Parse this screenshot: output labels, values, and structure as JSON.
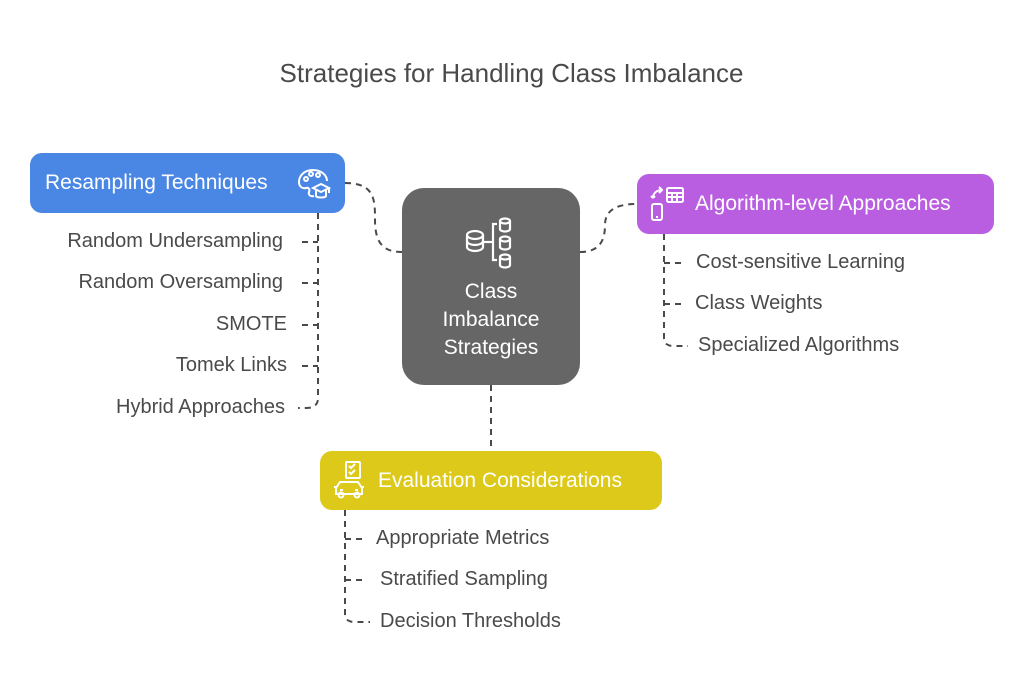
{
  "title": "Strategies for Handling Class Imbalance",
  "center": {
    "label_lines": [
      "Class",
      "Imbalance",
      "Strategies"
    ],
    "icon": "database-hierarchy-icon",
    "color": "#666666"
  },
  "branches": [
    {
      "id": "resampling",
      "label": "Resampling Techniques",
      "icon": "palette-graduation-cap-icon",
      "color": "#4a86e4",
      "items": [
        "Random Undersampling",
        "Random Oversampling",
        "SMOTE",
        "Tomek Links",
        "Hybrid Approaches"
      ]
    },
    {
      "id": "algorithm",
      "label": "Algorithm-level Approaches",
      "icon": "mobile-calculator-sync-icon",
      "color": "#b95ee0",
      "items": [
        "Cost-sensitive Learning",
        "Class Weights",
        "Specialized Algorithms"
      ]
    },
    {
      "id": "evaluation",
      "label": "Evaluation Considerations",
      "icon": "car-checklist-icon",
      "color": "#dcc91a",
      "items": [
        "Appropriate Metrics",
        "Stratified Sampling",
        "Decision Thresholds"
      ]
    }
  ]
}
